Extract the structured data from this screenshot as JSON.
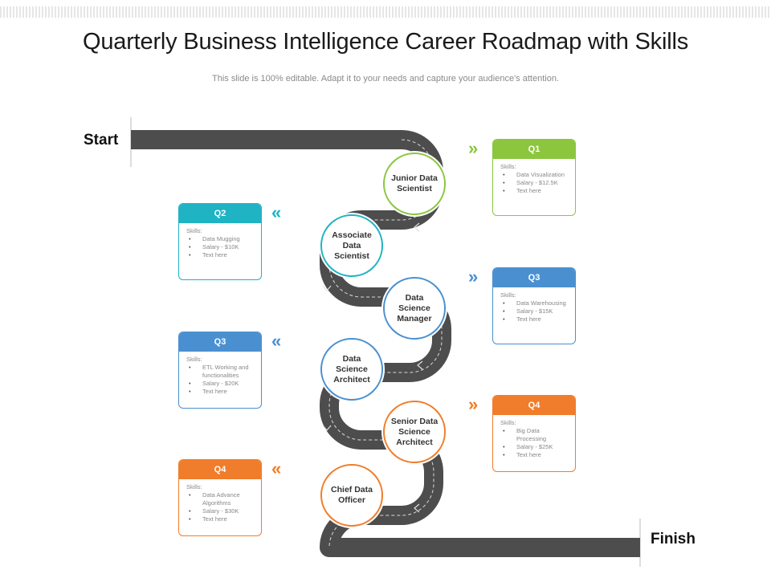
{
  "title": "Quarterly Business Intelligence Career Roadmap with Skills",
  "subtitle": "This slide is 100% editable. Adapt it to your needs and capture your audience's attention.",
  "start_label": "Start",
  "finish_label": "Finish",
  "colors": {
    "road": "#4d4d4d",
    "green": "#8cc63f",
    "teal": "#1fb3c4",
    "blue": "#4a90d0",
    "orange": "#f07d2b"
  },
  "stages": [
    {
      "label": "Junior Data Scientist",
      "color": "#8cc63f"
    },
    {
      "label": "Associate Data Scientist",
      "color": "#1fb3c4"
    },
    {
      "label": "Data Science Manager",
      "color": "#4a90d0"
    },
    {
      "label": "Data Science Architect",
      "color": "#4a90d0"
    },
    {
      "label": "Senior Data Science Architect",
      "color": "#f07d2b"
    },
    {
      "label": "Chief Data Officer",
      "color": "#f07d2b"
    }
  ],
  "cards": [
    {
      "quarter": "Q1",
      "color": "#8cc63f",
      "skills_label": "Skills:",
      "items": [
        "Data Visualization",
        "Salary - $12.5K",
        "Text here"
      ],
      "chevron": "»"
    },
    {
      "quarter": "Q2",
      "color": "#1fb3c4",
      "skills_label": "Skills:",
      "items": [
        "Data Mugging",
        "Salary - $10K",
        "Text here"
      ],
      "chevron": "«"
    },
    {
      "quarter": "Q3",
      "color": "#4a90d0",
      "skills_label": "Skills:",
      "items": [
        "Data Warehousing",
        "Salary - $15K",
        "Text here"
      ],
      "chevron": "»"
    },
    {
      "quarter": "Q3",
      "color": "#4a90d0",
      "skills_label": "Skills:",
      "items": [
        "ETL Working and functionalities",
        "Salary - $20K",
        "Text here"
      ],
      "chevron": "«"
    },
    {
      "quarter": "Q4",
      "color": "#f07d2b",
      "skills_label": "Skills:",
      "items": [
        "Big Data Processing",
        "Salary - $25K",
        "Text here"
      ],
      "chevron": "»"
    },
    {
      "quarter": "Q4",
      "color": "#f07d2b",
      "skills_label": "Skills:",
      "items": [
        "Data Advance Algorithms",
        "Salary - $30K",
        "Text here"
      ],
      "chevron": "«"
    }
  ]
}
